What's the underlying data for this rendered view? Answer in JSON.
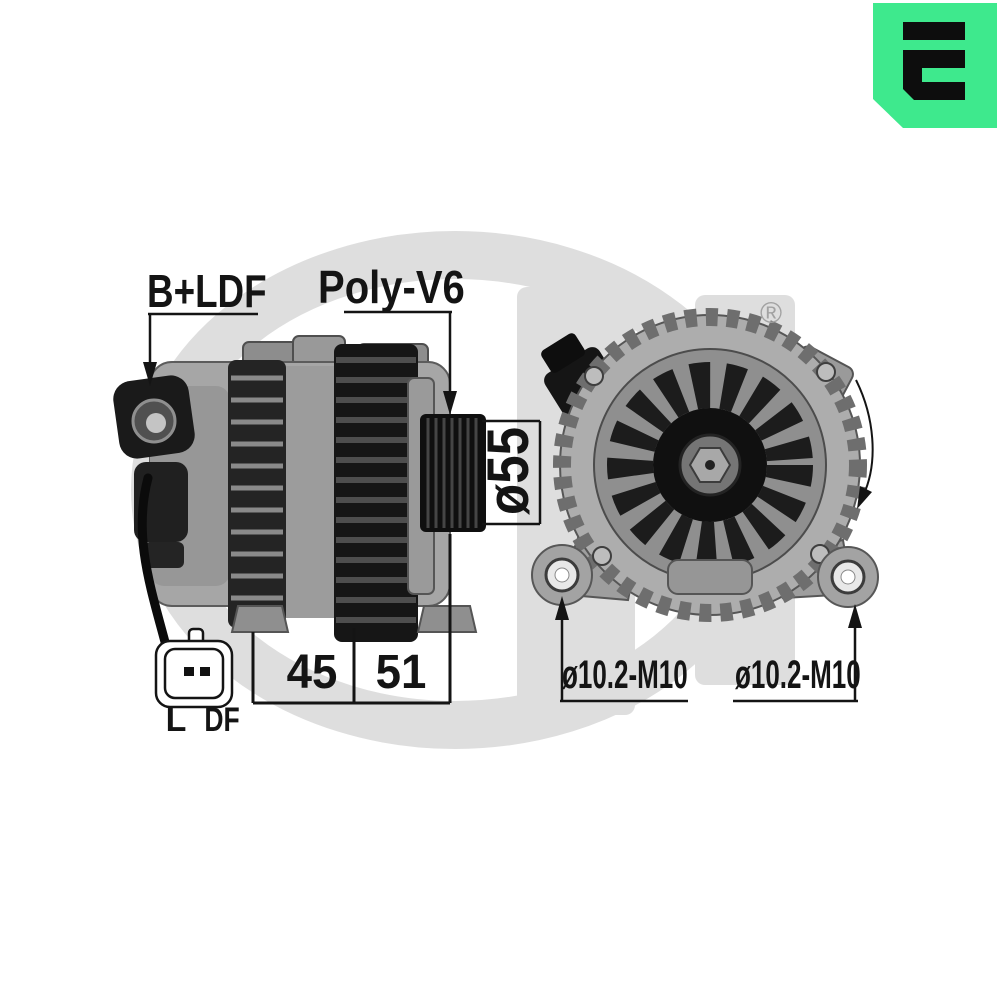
{
  "brand": {
    "logo_symbol": "stylized-e",
    "logo_color": "#3ee98d",
    "registered_mark": "®"
  },
  "annotations": {
    "terminal_label": "B+LDF",
    "belt_type_label": "Poly-V6",
    "pulley_diameter_label": "ø55",
    "mount_spacing_front": "45",
    "mount_spacing_rear": "51",
    "connector_pin_left": "L",
    "connector_pin_right": "DF",
    "mount_hole_left_label": "ø10.2-M10",
    "mount_hole_right_label": "ø10.2-M10"
  },
  "colors": {
    "annotation_ink": "#141414",
    "watermark_gray": "#dedede",
    "background": "#ffffff"
  }
}
